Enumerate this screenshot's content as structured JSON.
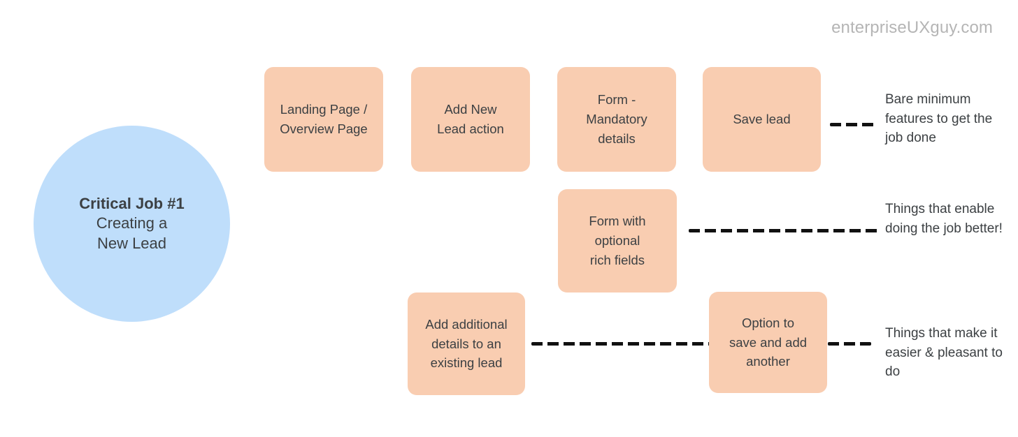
{
  "watermark": "enterpriseUXguy.com",
  "colors": {
    "background": "#ffffff",
    "circle_fill": "#bfdefb",
    "box_fill": "#f9cdb1",
    "text": "#3c4043",
    "watermark": "#b5b5b5",
    "connector": "#111111"
  },
  "job_circle": {
    "title": "Critical Job #1",
    "subtitle_line1": "Creating a",
    "subtitle_line2": "New Lead"
  },
  "rows": [
    {
      "id": "row-bare-minimum",
      "boxes": [
        {
          "id": "box-landing",
          "label": "Landing Page /\nOverview Page"
        },
        {
          "id": "box-addnew",
          "label": "Add New\nLead action"
        },
        {
          "id": "box-mandatory",
          "label": "Form -\nMandatory\ndetails"
        },
        {
          "id": "box-savelead",
          "label": "Save lead"
        }
      ],
      "annotation": "Bare minimum features to get the job done"
    },
    {
      "id": "row-enablers",
      "boxes": [
        {
          "id": "box-optional",
          "label": "Form with\noptional\nrich fields"
        }
      ],
      "annotation": "Things that enable doing the job better!"
    },
    {
      "id": "row-delighters",
      "boxes": [
        {
          "id": "box-existing",
          "label": "Add additional\ndetails to an\nexisting lead"
        },
        {
          "id": "box-saveadd",
          "label": "Option to\nsave and add\nanother"
        }
      ],
      "annotation": "Things that make it easier & pleasant to do"
    }
  ],
  "boxes": {
    "landing": "Landing Page /\nOverview Page",
    "addnew": "Add New\nLead action",
    "mandatory": "Form -\nMandatory\ndetails",
    "savelead": "Save lead",
    "optional": "Form with\noptional\nrich fields",
    "existing": "Add additional\ndetails to an\nexisting lead",
    "saveadd": "Option to\nsave and add\nanother"
  },
  "annotations": {
    "row1": "Bare minimum features to get the job done",
    "row2": "Things that enable doing the job better!",
    "row3": "Things that make it easier & pleasant to do"
  }
}
